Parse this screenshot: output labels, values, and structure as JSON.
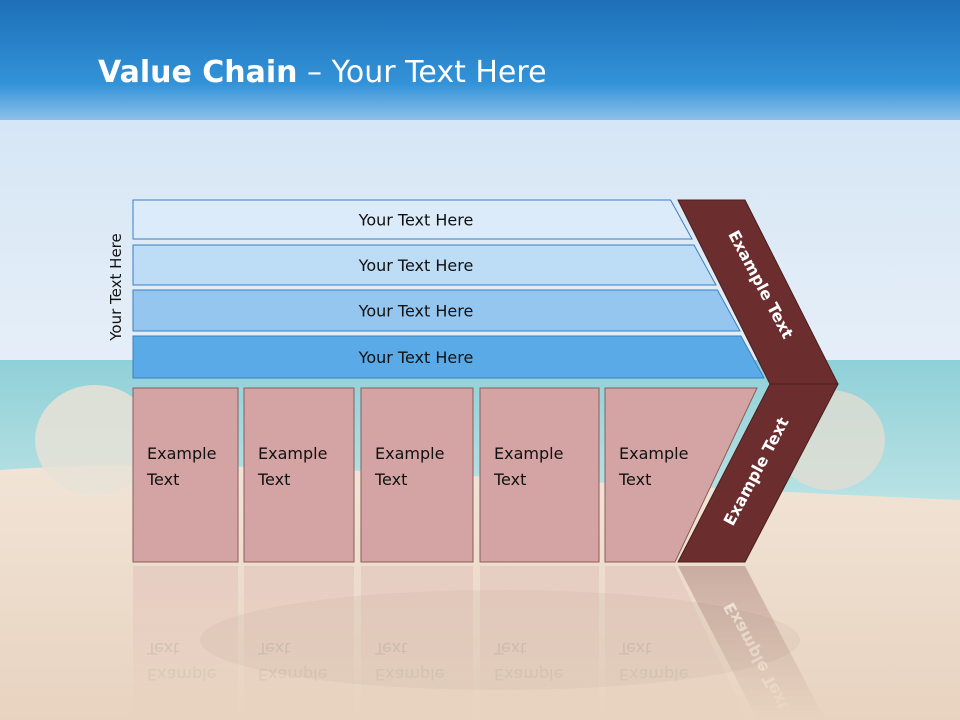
{
  "slide": {
    "title_bold": "Value Chain",
    "title_rest": " – Your Text Here",
    "side_label": "Your Text Here"
  },
  "diagram": {
    "bars": [
      {
        "label": "Your Text Here",
        "fill": "#dcebfa"
      },
      {
        "label": "Your Text Here",
        "fill": "#bddcf6"
      },
      {
        "label": "Your Text Here",
        "fill": "#94c6f0"
      },
      {
        "label": "Your Text Here",
        "fill": "#5aaae8"
      }
    ],
    "boxes": [
      {
        "line1": "Example",
        "line2": "Text"
      },
      {
        "line1": "Example",
        "line2": "Text"
      },
      {
        "line1": "Example",
        "line2": "Text"
      },
      {
        "line1": "Example",
        "line2": "Text"
      },
      {
        "line1": "Example",
        "line2": "Text"
      }
    ],
    "chevron_top": "Example Text",
    "chevron_bottom": "Example Text",
    "colors": {
      "box_fill": "#d4a3a3",
      "box_stroke": "#8c5c5c",
      "chevron": "#6b2d2d",
      "bar_stroke": "#3a7fc1"
    }
  }
}
